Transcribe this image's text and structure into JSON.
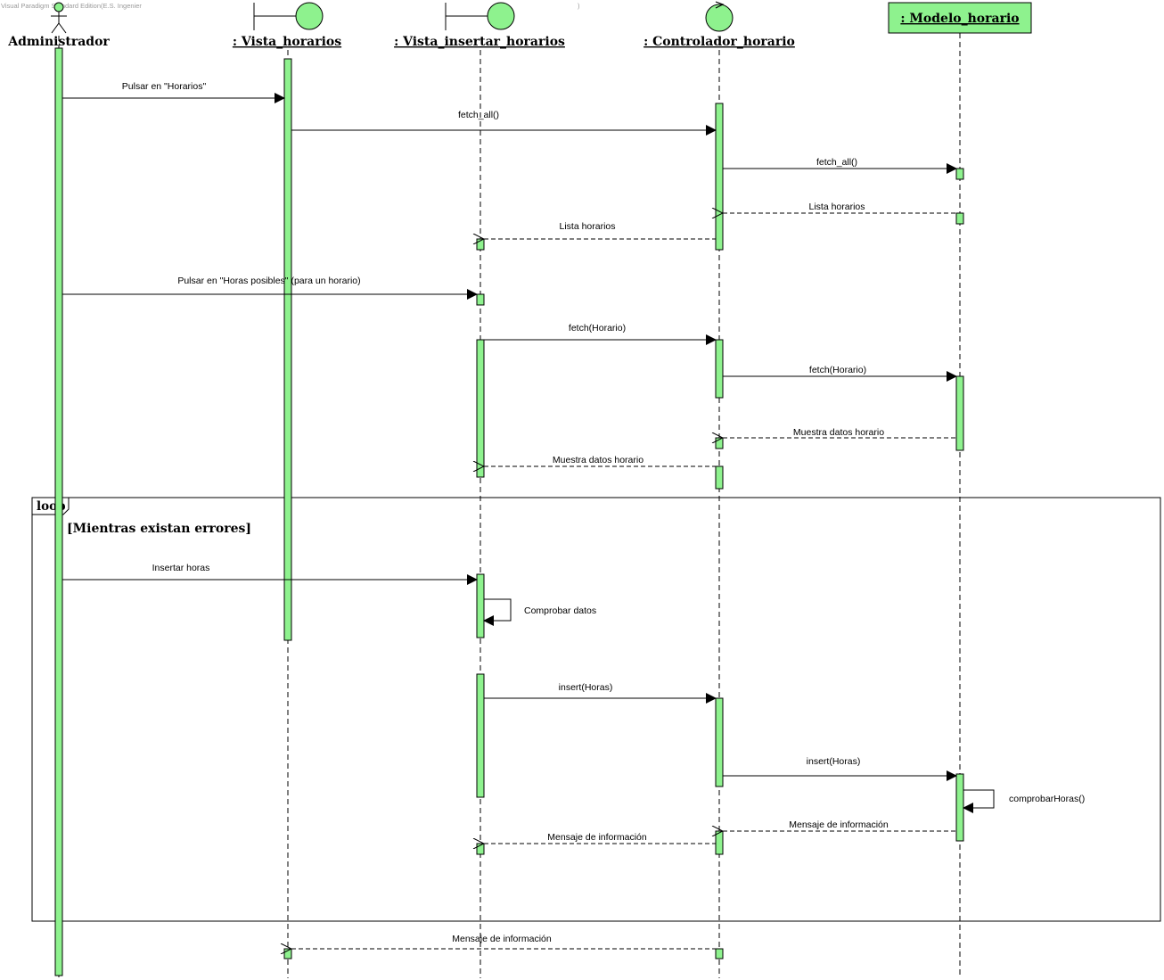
{
  "watermark": "Visual Paradigm Standard Edition(E.S. Ingenier",
  "watermark_end": ")",
  "colors": {
    "fill": "#8ef28e",
    "line": "#000000"
  },
  "lifelines": [
    {
      "id": "admin",
      "name": "Administrador",
      "kind": "actor-icon"
    },
    {
      "id": "vh",
      "name": ": Vista_horarios",
      "kind": "boundary-icon"
    },
    {
      "id": "vih",
      "name": ": Vista_insertar_horarios",
      "kind": "boundary-icon"
    },
    {
      "id": "ch",
      "name": ": Controlador_horario",
      "kind": "control-icon"
    },
    {
      "id": "mh",
      "name": ": Modelo_horario",
      "kind": "entity-box"
    }
  ],
  "fragment": {
    "operator": "loop",
    "guard": "[Mientras existan errores]"
  },
  "messages": [
    {
      "label": "Pulsar en \"Horarios\"",
      "from": "admin",
      "to": "vh",
      "kind": "sync"
    },
    {
      "label": "fetch_all()",
      "from": "vh",
      "to": "ch",
      "kind": "sync"
    },
    {
      "label": "fetch_all()",
      "from": "ch",
      "to": "mh",
      "kind": "sync"
    },
    {
      "label": "Lista horarios",
      "from": "mh",
      "to": "ch",
      "kind": "return"
    },
    {
      "label": "Lista horarios",
      "from": "ch",
      "to": "vih",
      "kind": "return"
    },
    {
      "label": "Pulsar en \"Horas posibles\" (para un horario)",
      "from": "admin",
      "to": "vih",
      "kind": "sync"
    },
    {
      "label": "fetch(Horario)",
      "from": "vih",
      "to": "ch",
      "kind": "sync"
    },
    {
      "label": "fetch(Horario)",
      "from": "ch",
      "to": "mh",
      "kind": "sync"
    },
    {
      "label": "Muestra datos horario",
      "from": "mh",
      "to": "ch",
      "kind": "return"
    },
    {
      "label": "Muestra datos horario",
      "from": "ch",
      "to": "vih",
      "kind": "return"
    },
    {
      "label": "Insertar horas",
      "from": "admin",
      "to": "vih",
      "kind": "sync"
    },
    {
      "label": "Comprobar datos",
      "from": "vih",
      "to": "vih",
      "kind": "self"
    },
    {
      "label": "insert(Horas)",
      "from": "vih",
      "to": "ch",
      "kind": "sync"
    },
    {
      "label": "insert(Horas)",
      "from": "ch",
      "to": "mh",
      "kind": "sync"
    },
    {
      "label": "comprobarHoras()",
      "from": "mh",
      "to": "mh",
      "kind": "self"
    },
    {
      "label": "Mensaje de información",
      "from": "mh",
      "to": "ch",
      "kind": "return"
    },
    {
      "label": "Mensaje de información",
      "from": "ch",
      "to": "vih",
      "kind": "return"
    },
    {
      "label": "Mensaje de información",
      "from": "ch",
      "to": "vh",
      "kind": "return"
    }
  ]
}
